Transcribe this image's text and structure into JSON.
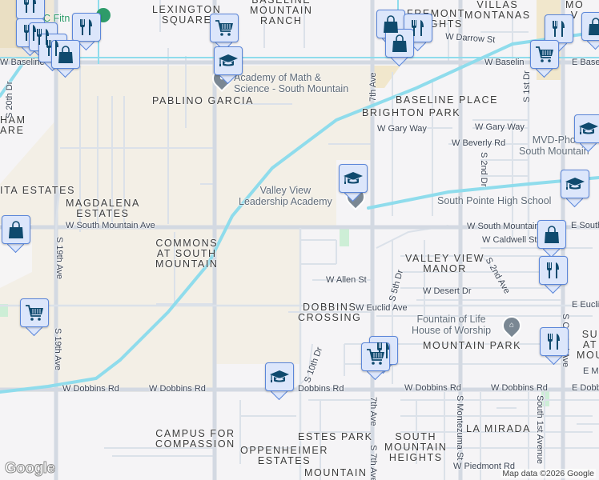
{
  "map": {
    "attribution": "Map data ©2026 Google",
    "logo": "Google",
    "colors": {
      "background": "#f5f4f6",
      "urban_area": "#f3efe6",
      "road": "#dbe1e9",
      "major_road": "#d3d9e2",
      "canal": "#8fdcec",
      "park": "#cdeed6",
      "marker_fill": "#dce6fb",
      "marker_border": "#5b86d9",
      "marker_icon": "#0f4a6e"
    },
    "neighborhoods": [
      {
        "text": "LEXINGTON\nSQUARE"
      },
      {
        "text": "BASELINE\nMOUNTAIN\nRANCH"
      },
      {
        "text": "FREMONT\nHEIGHTS"
      },
      {
        "text": "VILLAS\nMONTANAS"
      },
      {
        "text": "PABLINO GARCIA"
      },
      {
        "text": "BASELINE PLACE"
      },
      {
        "text": "BRIGHTON PARK"
      },
      {
        "text": "MAGDALENA\nESTATES"
      },
      {
        "text": "ITA ESTATES"
      },
      {
        "text": "HAM\nARE"
      },
      {
        "text": "COMMONS\nAT SOUTH\nMOUNTAIN"
      },
      {
        "text": "VALLEY VIEW\nMANOR"
      },
      {
        "text": "DOBBINS\nCROSSING"
      },
      {
        "text": "MOUNTAIN PARK"
      },
      {
        "text": "CAMPUS FOR\nCOMPASSION"
      },
      {
        "text": "ESTES PARK"
      },
      {
        "text": "OPPENHEIMER\nESTATES"
      },
      {
        "text": "SOUTH\nMOUNTAIN\nHEIGHTS"
      },
      {
        "text": "LA MIRADA"
      },
      {
        "text": "MOUNTAIN"
      },
      {
        "text": "SU\nAT\nMOU"
      },
      {
        "text": "MO\nV"
      }
    ],
    "streets": [
      {
        "text": "W Baseline Rd"
      },
      {
        "text": "W Baselin"
      },
      {
        "text": "E Basel"
      },
      {
        "text": "W Darrow St"
      },
      {
        "text": "W Gary Way"
      },
      {
        "text": "W Gary Way"
      },
      {
        "text": "W Beverly Rd"
      },
      {
        "text": "W South Mountain Ave"
      },
      {
        "text": "W South Mountain"
      },
      {
        "text": "E South"
      },
      {
        "text": "W Caldwell St"
      },
      {
        "text": "W Allen St"
      },
      {
        "text": "W Desert Dr"
      },
      {
        "text": "W Euclid Ave"
      },
      {
        "text": "E Euclid"
      },
      {
        "text": "W Dobbins Rd"
      },
      {
        "text": "W Dobbins Rd"
      },
      {
        "text": "Dobbins Rd"
      },
      {
        "text": "W Dobbins Rd"
      },
      {
        "text": "W Dobbins Rd"
      },
      {
        "text": "E Dobb"
      },
      {
        "text": "W Piedmont Rd"
      },
      {
        "text": "E M"
      },
      {
        "text": "S 19th Ave"
      },
      {
        "text": "S 19th Ave"
      },
      {
        "text": "S 20th Dr"
      },
      {
        "text": "7th Ave"
      },
      {
        "text": "7th Ave"
      },
      {
        "text": "S 7th Ave"
      },
      {
        "text": "S 1st Dr"
      },
      {
        "text": "S 2nd Dr"
      },
      {
        "text": "S 2nd Ave"
      },
      {
        "text": "S 5th Dr"
      },
      {
        "text": "S 10th Dr"
      },
      {
        "text": "S Montezuma St"
      },
      {
        "text": "South 1st Avenue"
      },
      {
        "text": "S Central Ave"
      }
    ],
    "places": [
      {
        "text": "Academy of Math &\nScience - South Mountain"
      },
      {
        "text": "Valley View\nLeadership Academy"
      },
      {
        "text": "South Pointe High School"
      },
      {
        "text": "MVD-Pho\nSouth Mountain"
      },
      {
        "text": "Fountain of Life\nHouse of Worship"
      },
      {
        "text": "C Fitn"
      }
    ],
    "markers": [
      {
        "type": "restaurant",
        "icon": "fork-knife-icon"
      },
      {
        "type": "restaurant",
        "icon": "fork-knife-icon"
      },
      {
        "type": "restaurant",
        "icon": "fork-knife-icon"
      },
      {
        "type": "restaurant",
        "icon": "fork-knife-icon"
      },
      {
        "type": "restaurant",
        "icon": "fork-knife-icon"
      },
      {
        "type": "shopping",
        "icon": "shopping-bag-icon"
      },
      {
        "type": "grocery",
        "icon": "shopping-cart-icon"
      },
      {
        "type": "school",
        "icon": "graduation-cap-icon"
      },
      {
        "type": "shopping",
        "icon": "shopping-bag-icon"
      },
      {
        "type": "restaurant",
        "icon": "fork-knife-icon"
      },
      {
        "type": "shopping",
        "icon": "shopping-bag-icon"
      },
      {
        "type": "restaurant",
        "icon": "fork-knife-icon"
      },
      {
        "type": "grocery",
        "icon": "shopping-cart-icon"
      },
      {
        "type": "shopping",
        "icon": "shopping-bag-icon"
      },
      {
        "type": "school",
        "icon": "graduation-cap-icon"
      },
      {
        "type": "school",
        "icon": "graduation-cap-icon"
      },
      {
        "type": "school",
        "icon": "graduation-cap-icon"
      },
      {
        "type": "shopping",
        "icon": "shopping-bag-icon"
      },
      {
        "type": "restaurant",
        "icon": "fork-knife-icon"
      },
      {
        "type": "shopping",
        "icon": "shopping-bag-icon"
      },
      {
        "type": "grocery",
        "icon": "shopping-cart-icon"
      },
      {
        "type": "restaurant",
        "icon": "fork-knife-icon"
      },
      {
        "type": "grocery",
        "icon": "shopping-cart-icon"
      },
      {
        "type": "restaurant",
        "icon": "fork-knife-icon"
      },
      {
        "type": "school",
        "icon": "graduation-cap-icon"
      }
    ]
  }
}
